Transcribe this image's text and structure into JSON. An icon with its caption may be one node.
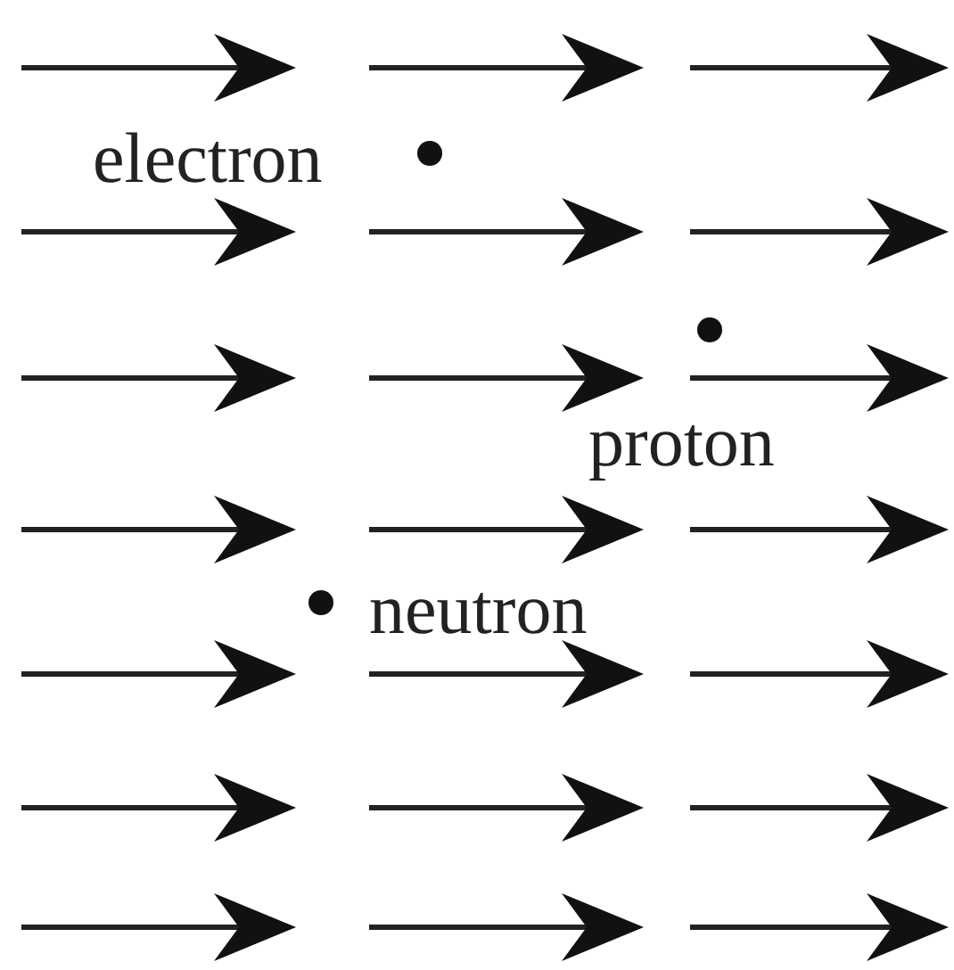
{
  "diagram": {
    "nodes": [
      {
        "text": [],
        "shape": "circle",
        "beside": [
          "electron"
        ]
      },
      {
        "text": [],
        "shape": "circle",
        "beside": [
          "proton"
        ]
      },
      {
        "text": [],
        "shape": "circle",
        "beside": [
          "neutron"
        ]
      }
    ]
  }
}
